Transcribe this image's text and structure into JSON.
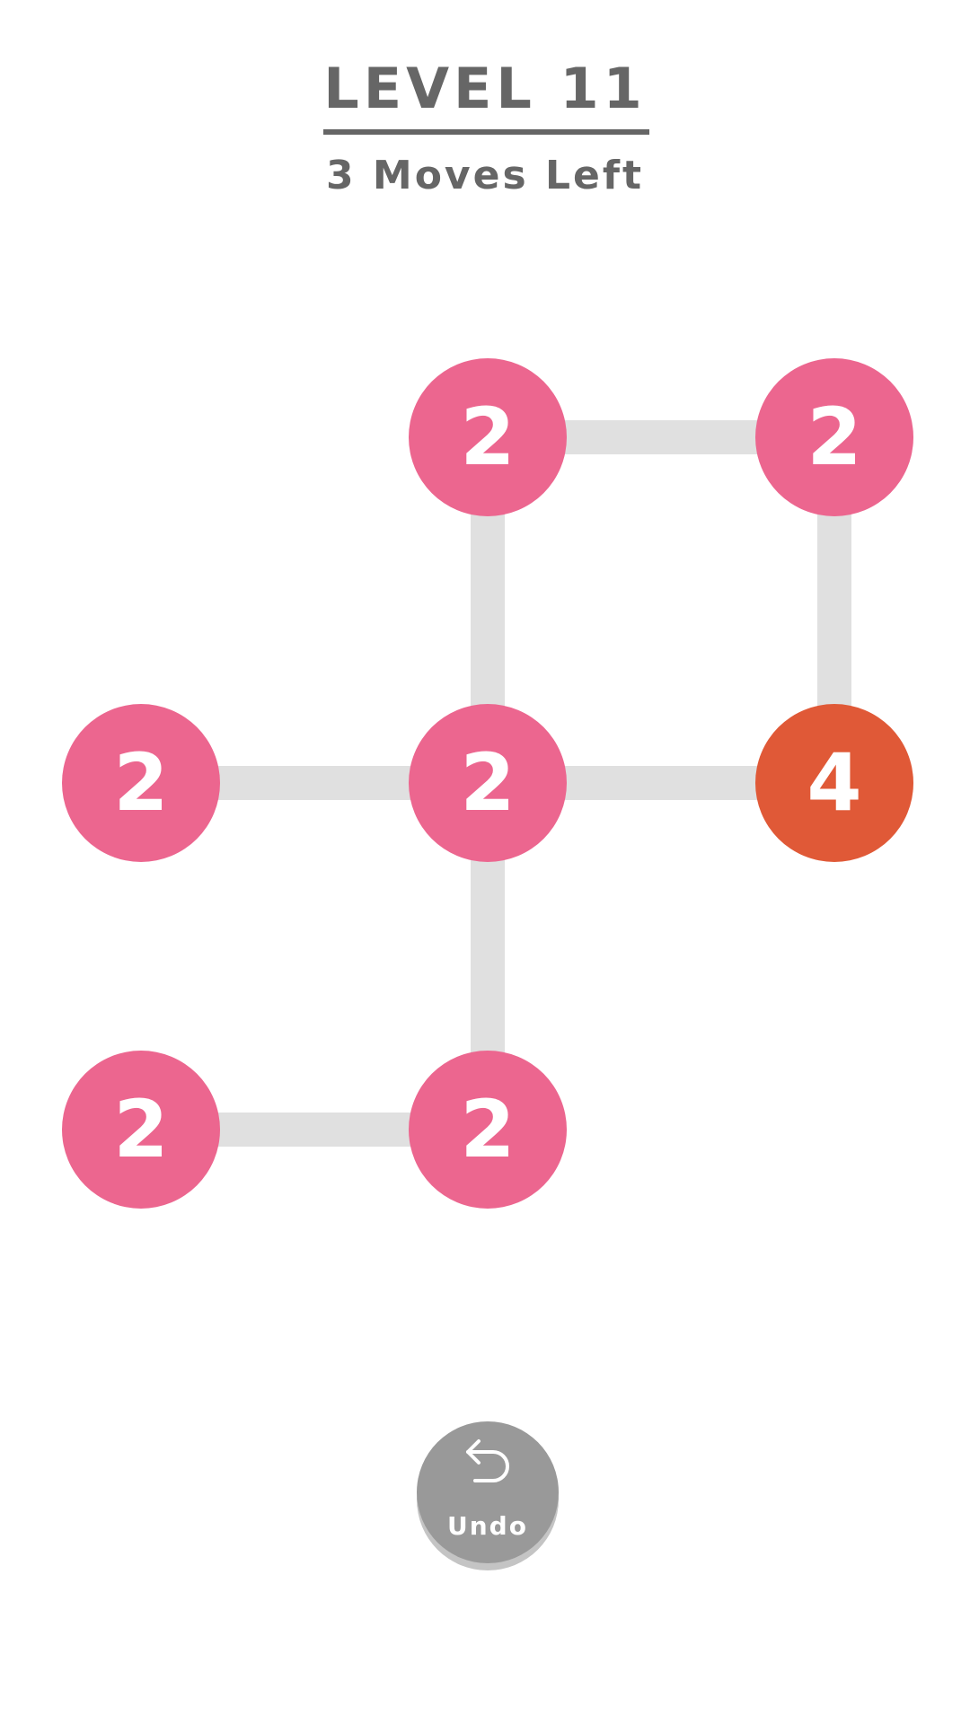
{
  "header": {
    "level_title": "LEVEL 11",
    "moves_left": "3 Moves Left"
  },
  "colors": {
    "node_default": "#EC668F",
    "node_highlight": "#E05937",
    "edge": "#E0E0E0",
    "text_dark": "#666666",
    "undo_button": "#999999"
  },
  "board": {
    "nodes": [
      {
        "label": "2",
        "state": "default"
      },
      {
        "label": "2",
        "state": "default"
      },
      {
        "label": "2",
        "state": "default"
      },
      {
        "label": "2",
        "state": "default"
      },
      {
        "label": "4",
        "state": "highlight"
      },
      {
        "label": "2",
        "state": "default"
      },
      {
        "label": "2",
        "state": "default"
      }
    ]
  },
  "controls": {
    "undo_label": "Undo",
    "undo_icon": "undo-arrow-icon"
  }
}
